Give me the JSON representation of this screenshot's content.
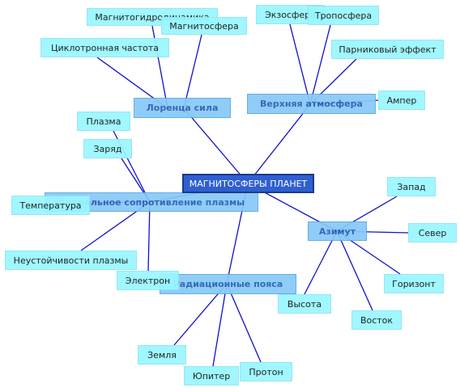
{
  "center": {
    "label": "МАГНИТОСФЕРЫ ПЛАНЕТ"
  },
  "branches": {
    "lorentz": {
      "label": "Лоренца сила"
    },
    "atmosphere": {
      "label": "Верхняя атмосфера"
    },
    "anomalous": {
      "label": "Аномальное сопротивление плазмы"
    },
    "azimuth": {
      "label": "Азимут"
    },
    "radiation": {
      "label": "Радиационные пояса"
    }
  },
  "leaves": {
    "mhd": {
      "label": "Магнитогидродинамика"
    },
    "magnetosphere": {
      "label": "Магнитосфера"
    },
    "cyclotron": {
      "label": "Циклотронная частота"
    },
    "exosphere": {
      "label": "Экзосфера"
    },
    "troposphere": {
      "label": "Тропосфера"
    },
    "greenhouse": {
      "label": "Парниковый эффект"
    },
    "ampere": {
      "label": "Ампер"
    },
    "plasma": {
      "label": "Плазма"
    },
    "charge": {
      "label": "Заряд"
    },
    "temperature": {
      "label": "Температура"
    },
    "instability": {
      "label": "Неустойчивости плазмы"
    },
    "electron": {
      "label": "Электрон"
    },
    "west": {
      "label": "Запад"
    },
    "north": {
      "label": "Север"
    },
    "horizon": {
      "label": "Горизонт"
    },
    "east": {
      "label": "Восток"
    },
    "height": {
      "label": "Высота"
    },
    "earth": {
      "label": "Земля"
    },
    "jupiter": {
      "label": "Юпитер"
    },
    "proton": {
      "label": "Протон"
    }
  },
  "colors": {
    "line": "#1010cc",
    "leaf": "#99f7ff",
    "branch": "#87c9f7",
    "center": "#2f5fd0"
  }
}
